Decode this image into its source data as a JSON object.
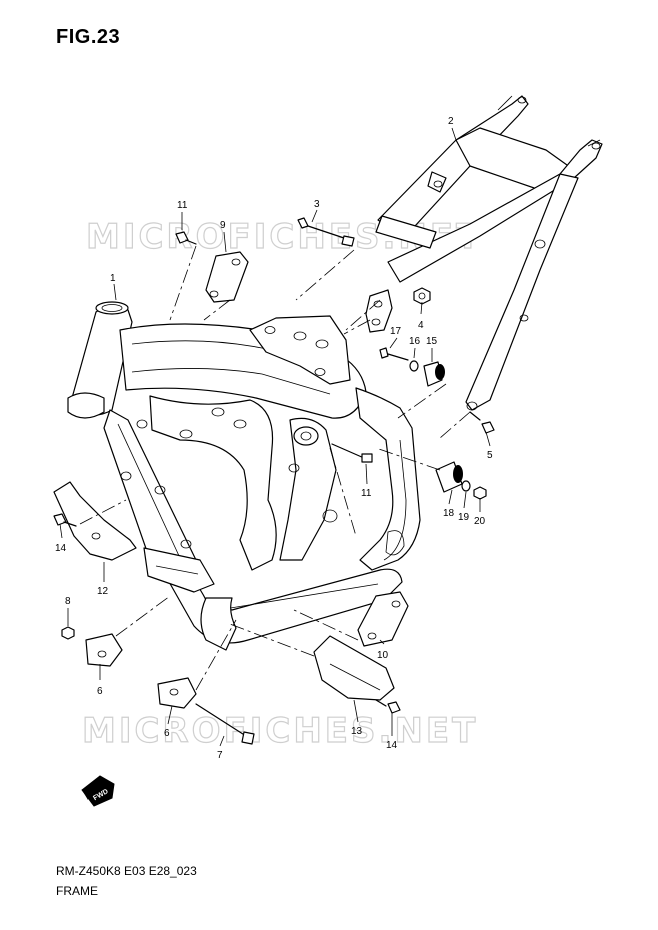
{
  "figure": {
    "title": "FIG.23",
    "code": "RM-Z450K8 E03 E28_023",
    "name": "FRAME"
  },
  "watermark": {
    "text": "MICROFICHES.NET"
  },
  "fwd_badge": {
    "text": "FWD"
  },
  "callouts": [
    {
      "id": "callout-1",
      "label": "1"
    },
    {
      "id": "callout-2",
      "label": "2"
    },
    {
      "id": "callout-3",
      "label": "3"
    },
    {
      "id": "callout-4",
      "label": "4"
    },
    {
      "id": "callout-5",
      "label": "5"
    },
    {
      "id": "callout-6a",
      "label": "6"
    },
    {
      "id": "callout-6b",
      "label": "6"
    },
    {
      "id": "callout-7",
      "label": "7"
    },
    {
      "id": "callout-8",
      "label": "8"
    },
    {
      "id": "callout-9",
      "label": "9"
    },
    {
      "id": "callout-10",
      "label": "10"
    },
    {
      "id": "callout-11a",
      "label": "11"
    },
    {
      "id": "callout-11b",
      "label": "11"
    },
    {
      "id": "callout-12",
      "label": "12"
    },
    {
      "id": "callout-13",
      "label": "13"
    },
    {
      "id": "callout-14a",
      "label": "14"
    },
    {
      "id": "callout-14b",
      "label": "14"
    },
    {
      "id": "callout-15",
      "label": "15"
    },
    {
      "id": "callout-16",
      "label": "16"
    },
    {
      "id": "callout-17",
      "label": "17"
    },
    {
      "id": "callout-18",
      "label": "18"
    },
    {
      "id": "callout-19",
      "label": "19"
    },
    {
      "id": "callout-20",
      "label": "20"
    }
  ]
}
